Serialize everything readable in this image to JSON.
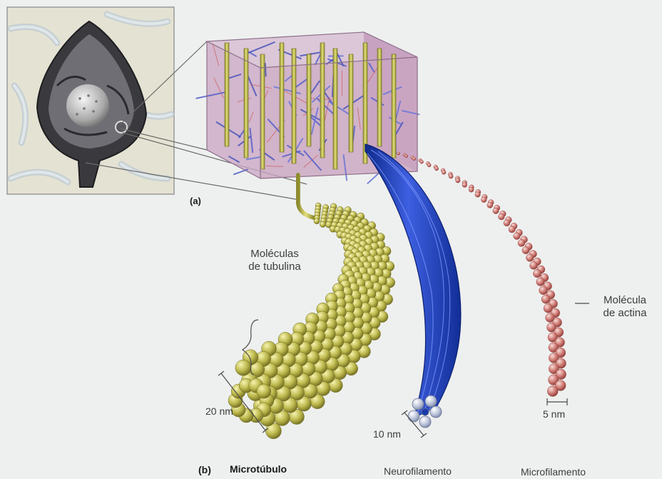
{
  "figure": {
    "part_a_label": "(a)",
    "part_b_label": "(b)",
    "tubulin_label_line1": "Moléculas",
    "tubulin_label_line2": "de tubulina",
    "actin_label_line1": "Molécula",
    "actin_label_line2": "de actina",
    "scale_microtubule": "20 nm",
    "scale_neurofilament": "10 nm",
    "scale_microfilament": "5 nm",
    "name_microtubule": "Microtúbulo",
    "name_neurofilament": "Neurofilamento",
    "name_microfilament": "Microfilamento"
  },
  "colors": {
    "background": "#eef0ef",
    "microtubule": "#b9b646",
    "neurofilament": "#1f3fb8",
    "microfilament": "#c86d6a",
    "cube": "#c9a4c0"
  }
}
